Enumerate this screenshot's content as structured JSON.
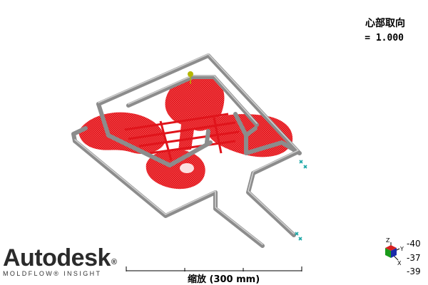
{
  "result": {
    "title": "心部取向",
    "value": "= 1.000"
  },
  "branding": {
    "logo_main": "Autodesk",
    "logo_reg": "®",
    "logo_sub": "MOLDFLOW® INSIGHT"
  },
  "scale": {
    "label": "缩放 (300 mm)"
  },
  "triad": {
    "values": [
      "-40",
      "-37",
      "-39"
    ],
    "axes": [
      "Z",
      "Y",
      "X"
    ]
  },
  "colors": {
    "part": "#e0141b",
    "runner": "#8c8c8c",
    "inlet": "#b5b500",
    "boundary": "#1aa6a6"
  }
}
